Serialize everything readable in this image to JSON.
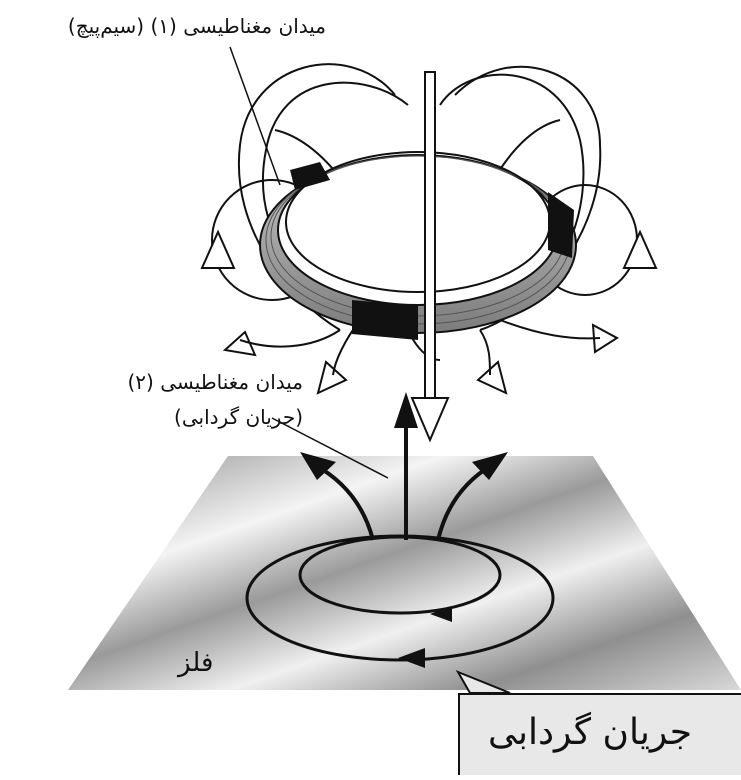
{
  "labels": {
    "field1": "میدان مغناطیسی (۱) (سیم‌پیچ)",
    "field2": "میدان مغناطیسی (۲)",
    "eddy_small": "(جریان گردابی)",
    "metal": "فلز",
    "eddy_big": "جریان گردابی"
  },
  "colors": {
    "ink": "#111111",
    "callout_fill": "#e8e8e8",
    "plate_light": "#ffffff",
    "plate_dark": "#8a8a8a",
    "coil_band": "#111111",
    "coil_winding": "#9a9a9a"
  }
}
